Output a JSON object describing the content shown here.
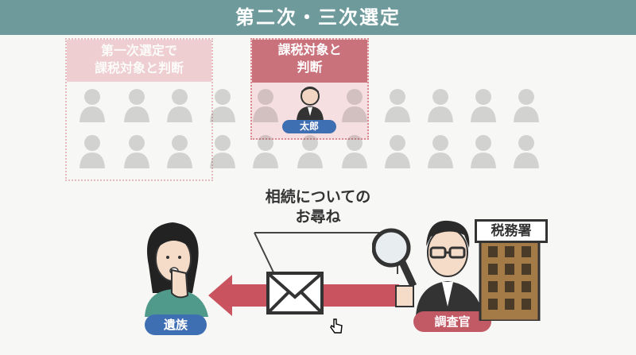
{
  "header": {
    "title": "第二次・三次選定"
  },
  "panels": {
    "first": {
      "title": "第一次選定で\n課税対象と判断"
    },
    "second": {
      "title": "課税対象と\n判断",
      "name_tag": "太郎"
    }
  },
  "scene": {
    "question": "相続についての\nお尋ね",
    "office_label": "税務署",
    "heir_label": "遺族",
    "investigator_label": "調査官"
  },
  "colors": {
    "header": "#6e9a9b",
    "accent_red": "#c25a66",
    "accent_blue": "#3f6fb3"
  },
  "icons": [
    "person-icon",
    "envelope-icon",
    "magnifier-icon",
    "building-icon",
    "hand-cursor-icon",
    "arrow-left-icon"
  ]
}
